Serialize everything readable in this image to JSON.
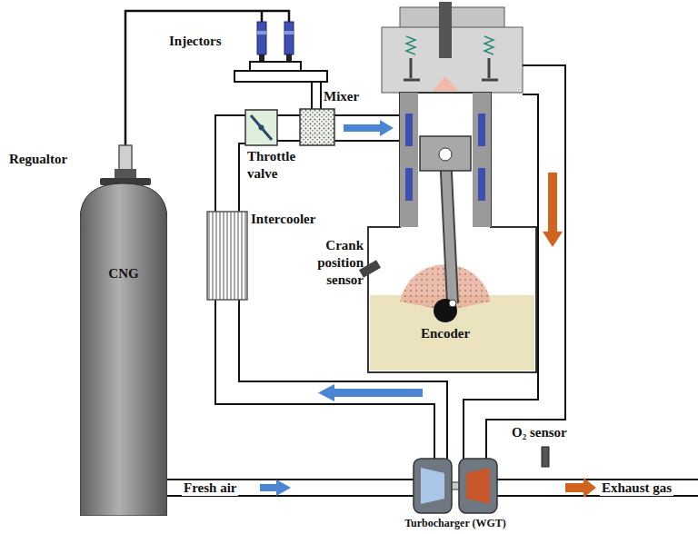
{
  "diagram": {
    "nodes": [
      {
        "text": [
          "CNG"
        ]
      }
    ],
    "labels": [
      "Injectors",
      "Regualtor",
      "Mixer",
      "Throttle valve",
      "Intercooler",
      "Crank position sensor",
      "Encoder",
      "O₂ sensor",
      "Fresh air",
      "Exhaust gas",
      "Turbocharger (WGT)"
    ]
  }
}
